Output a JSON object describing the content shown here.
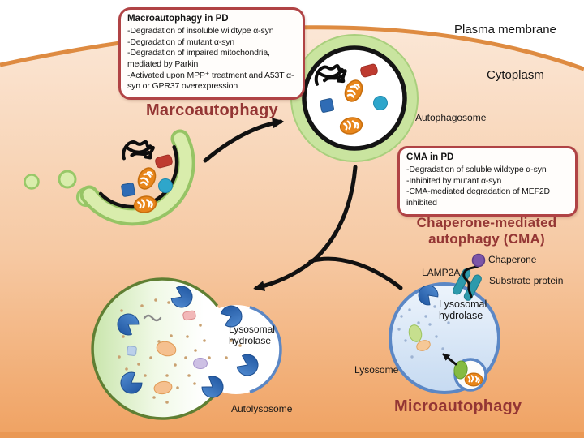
{
  "figure": {
    "subject": "Autophagy pathways (macroautophagy, CMA, microautophagy) in Parkinson's disease"
  },
  "colors": {
    "membrane_orange": "#de8b41",
    "cytoplasm_top": "#fbe7d6",
    "cytoplasm_bottom": "#f0a262",
    "info_box_border": "#b04345",
    "red_title": "#943634",
    "phagophore_green": "#d9edac",
    "hydrolase_blue": "#2f6cb5",
    "lysosome_border_blue": "#5b87c5",
    "lamp2a_teal": "#2d9aac",
    "chaperone_purple": "#7c55a8",
    "mitochondrion_orange": "#e8861b"
  },
  "boxes": {
    "macro": {
      "title": "Macroautophagy in PD",
      "lines": [
        "-Degradation of insoluble wildtype α-syn",
        "-Degradation of mutant α-syn",
        "-Degradation of impaired mitochondria, mediated by Parkin",
        "-Activated upon MPP⁺ treatment and A53T α-syn or GPR37 overexpression"
      ]
    },
    "cma": {
      "title": "CMA in PD",
      "lines": [
        "-Degradation of soluble wildtype α-syn",
        "-Inhibited by mutant α-syn",
        "-CMA-mediated degradation of MEF2D inhibited"
      ]
    }
  },
  "labels": {
    "plasma_membrane": "Plasma membrane",
    "cytoplasm": "Cytoplasm",
    "macroautophagy": "Marcoautophagy",
    "autophagosome": "Autophagosome",
    "cma_title": "Chaperone-mediated autophagy (CMA)",
    "chaperone": "Chaperone",
    "lamp2a": "LAMP2A",
    "substrate_protein": "Substrate protein",
    "lysosomal_hydrolase_cma": "Lysosomal\nhydrolase",
    "lysosomal_hydrolase_auto": "Lysosomal\nhydrolase",
    "lysosome": "Lysosome",
    "autolysosome": "Autolysosome",
    "microautophagy": "Microautophagy"
  }
}
